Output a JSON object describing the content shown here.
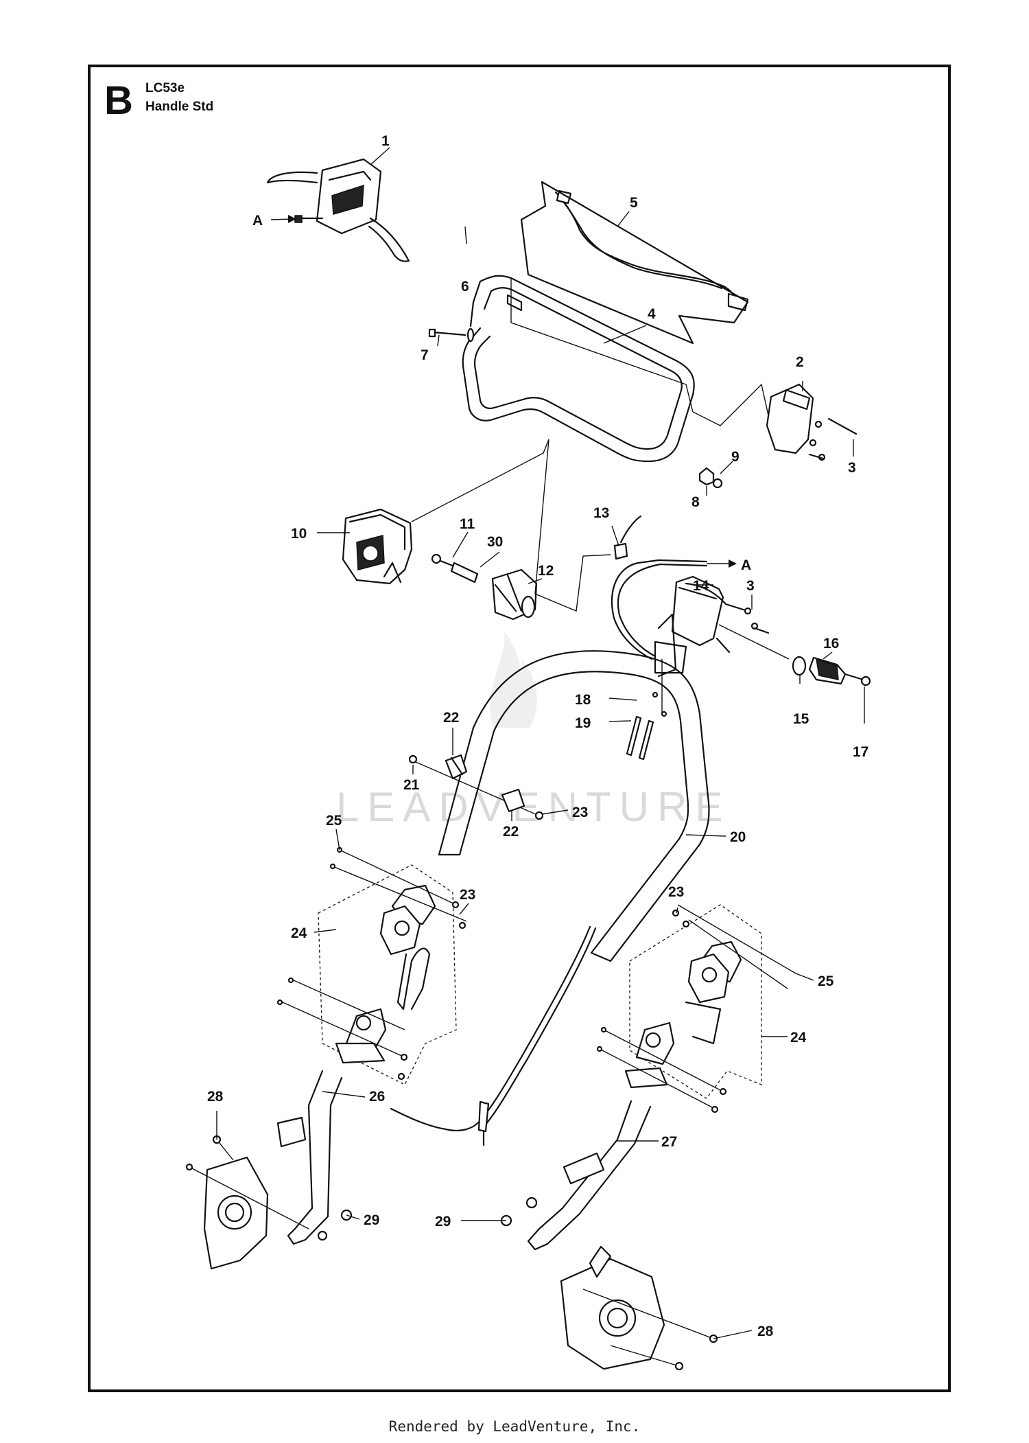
{
  "page": {
    "section_letter": "B",
    "model": "LC53e",
    "subtitle": "Handle Std",
    "watermark": "LEADVENTURE",
    "footer": "Rendered by LeadVenture, Inc."
  },
  "callouts": {
    "c1": "1",
    "c2": "2",
    "c3a": "3",
    "c3b": "3",
    "c4": "4",
    "c5": "5",
    "c6": "6",
    "c7": "7",
    "c8": "8",
    "c9": "9",
    "c10": "10",
    "c11": "11",
    "c12": "12",
    "c13": "13",
    "c14": "14",
    "c15": "15",
    "c16": "16",
    "c17": "17",
    "c18": "18",
    "c19": "19",
    "c20": "20",
    "c21": "21",
    "c22a": "22",
    "c22b": "22",
    "c23a": "23",
    "c23b": "23",
    "c23c": "23",
    "c24a": "24",
    "c24b": "24",
    "c25a": "25",
    "c25b": "25",
    "c26": "26",
    "c27": "27",
    "c28a": "28",
    "c28b": "28",
    "c29a": "29",
    "c29b": "29",
    "c30": "30",
    "refA1": "A",
    "refA2": "A"
  }
}
